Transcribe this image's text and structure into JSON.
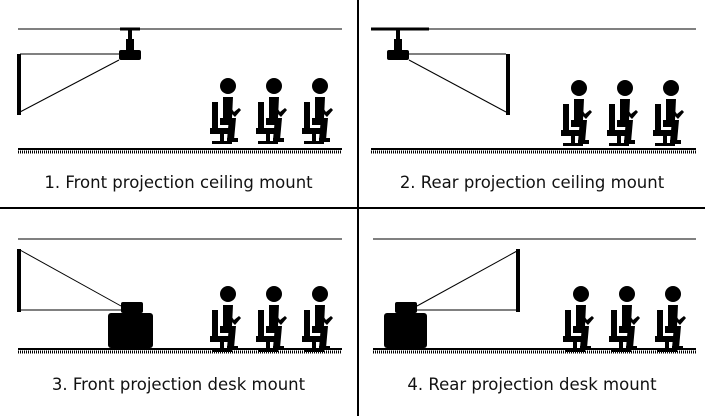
{
  "panels": [
    {
      "caption": "1. Front projection ceiling mount"
    },
    {
      "caption": "2. Rear projection ceiling mount"
    },
    {
      "caption": "3. Front projection desk mount"
    },
    {
      "caption": "4. Rear projection desk mount"
    }
  ],
  "colors": {
    "ink": "#000000",
    "background": "#ffffff"
  }
}
